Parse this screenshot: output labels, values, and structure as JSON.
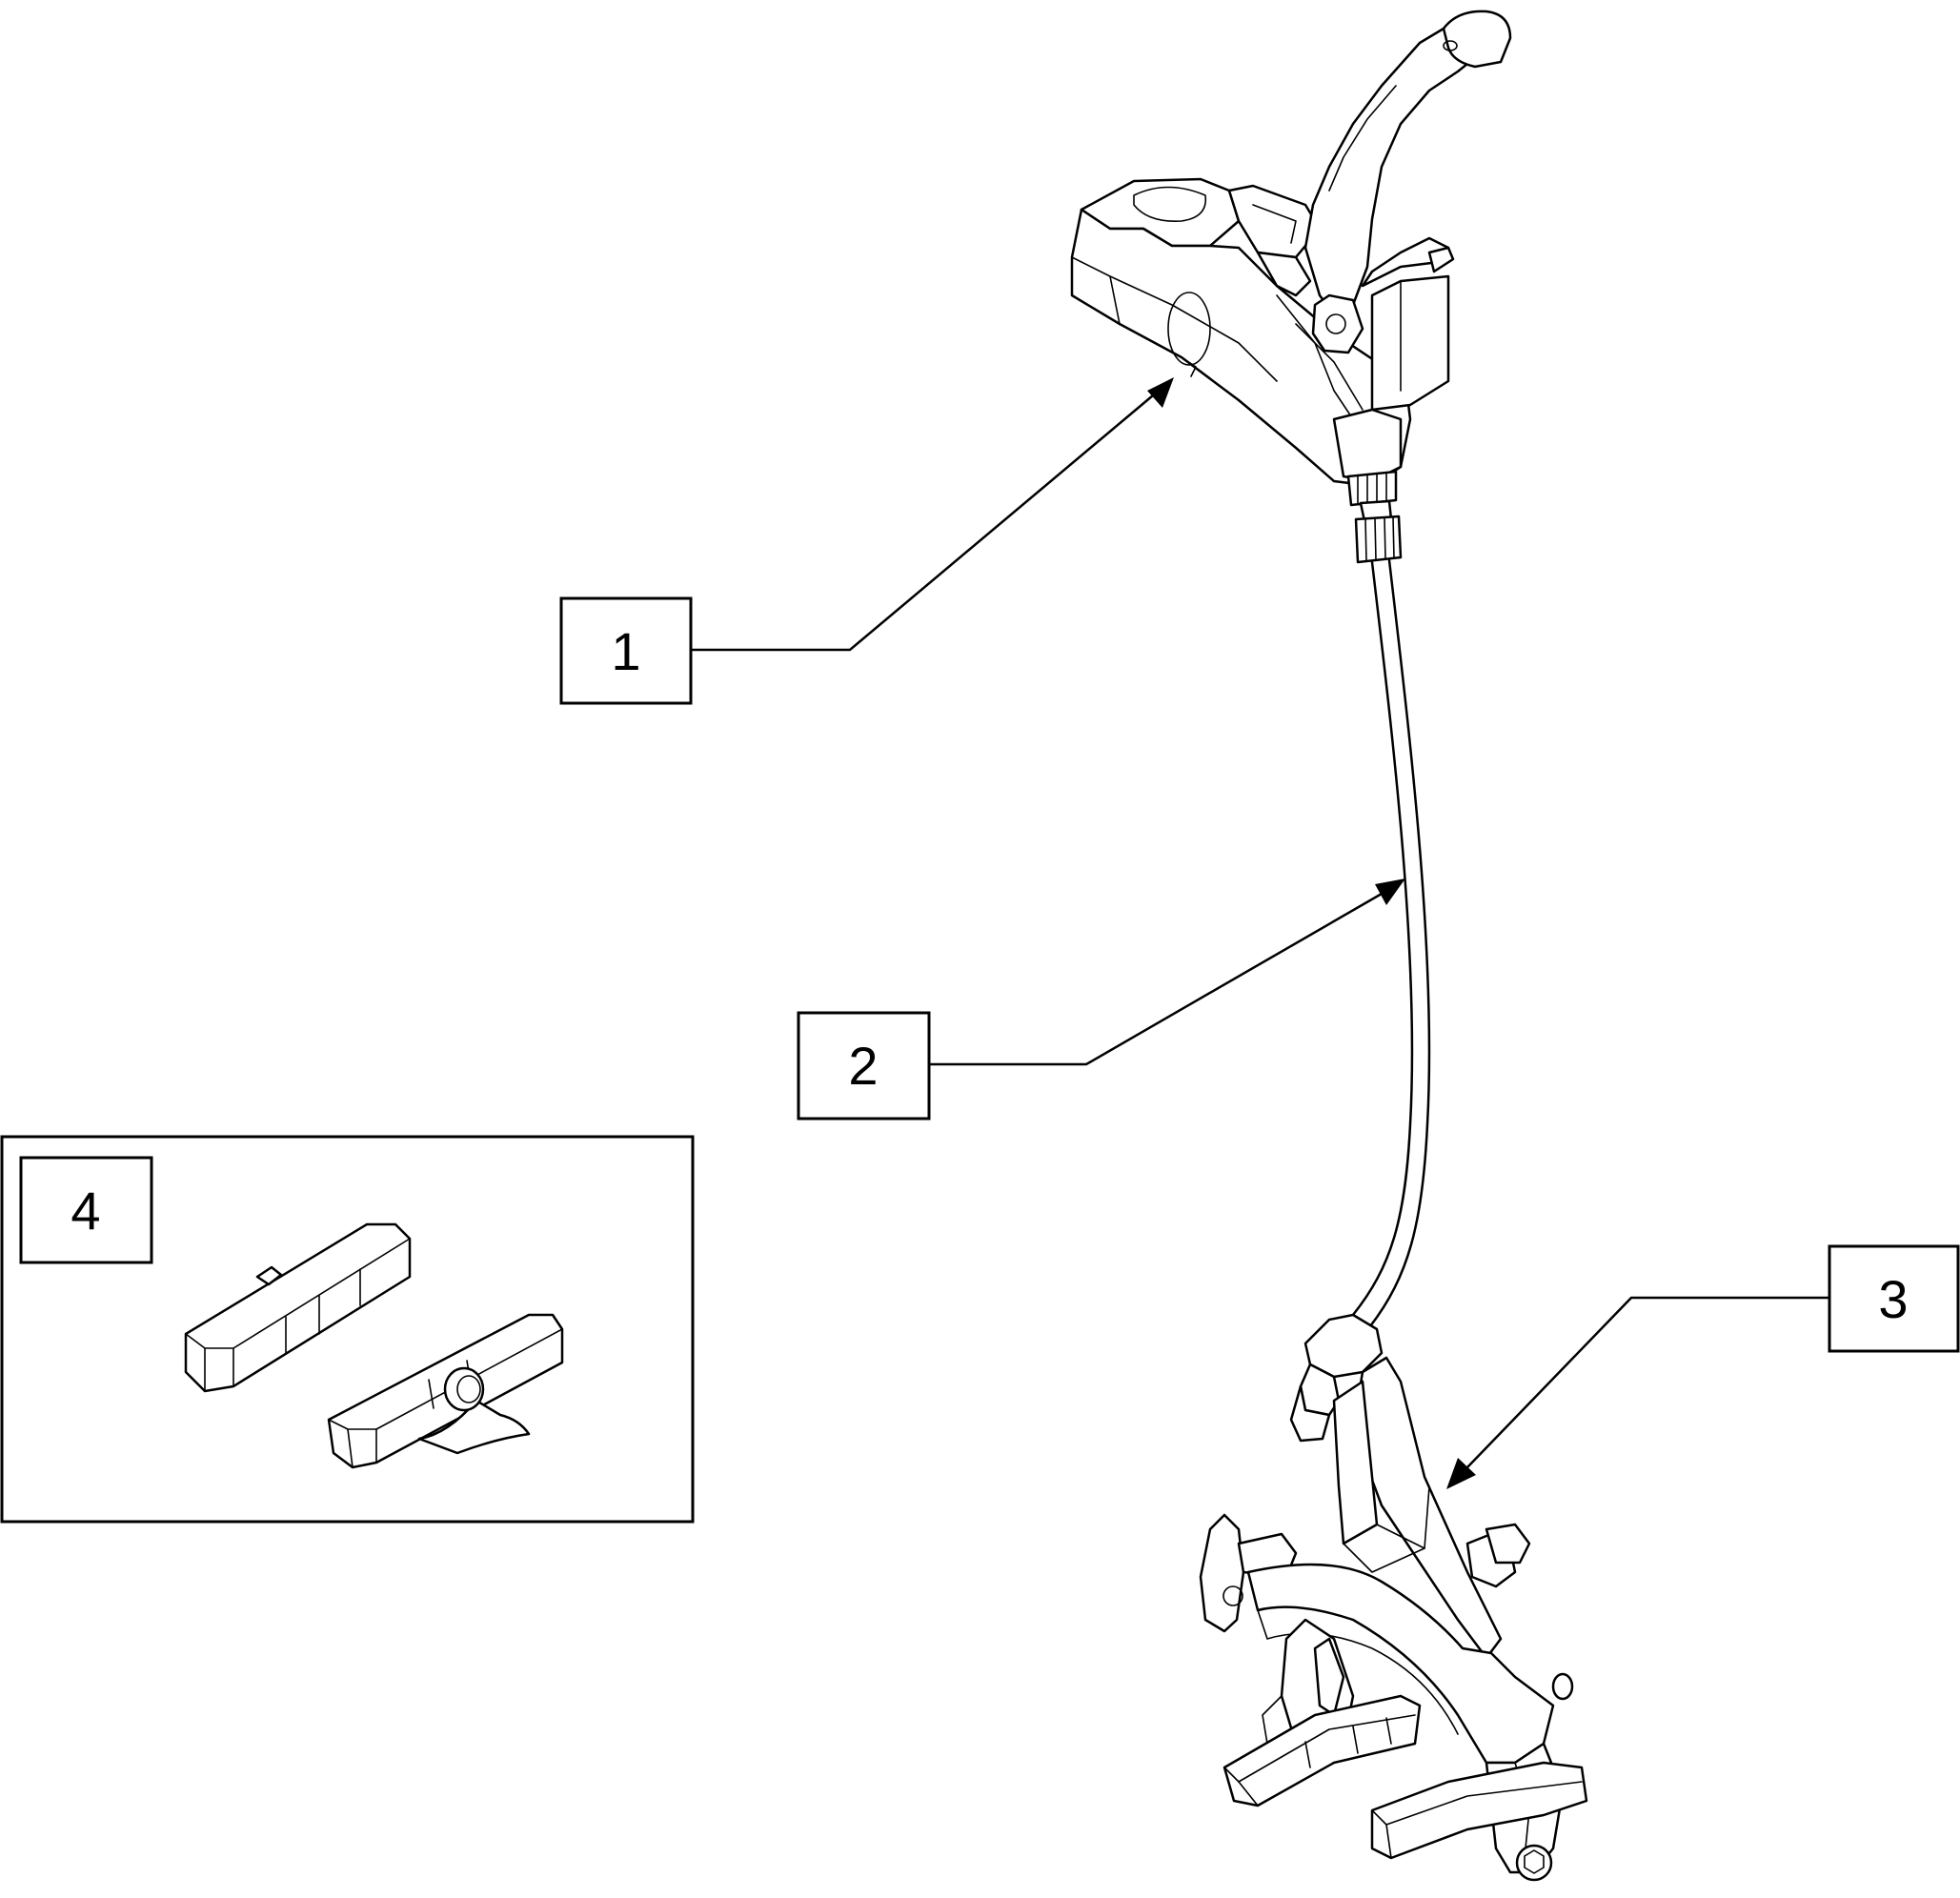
{
  "callouts": [
    {
      "id": "1",
      "label": "1"
    },
    {
      "id": "2",
      "label": "2"
    },
    {
      "id": "3",
      "label": "3"
    },
    {
      "id": "4",
      "label": "4"
    }
  ],
  "icons": {
    "brake_lever": "brake-lever-icon",
    "brake_cable": "brake-cable-icon",
    "brake_caliper": "brake-caliper-icon",
    "brake_pads": "brake-pads-icon"
  }
}
